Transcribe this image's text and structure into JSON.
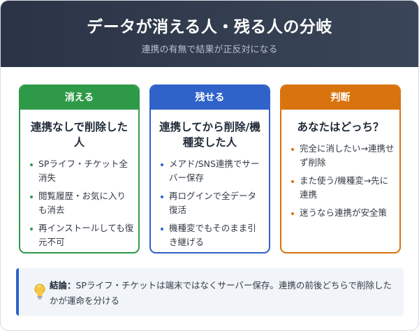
{
  "header": {
    "title": "データが消える人・残る人の分岐",
    "subtitle": "連携の有無で結果が正反対になる"
  },
  "cards": [
    {
      "label": "消える",
      "heading": "連携なしで削除した人",
      "color": "#2e9a47",
      "items": [
        "SPライフ・チケット全消失",
        "閲覧履歴・お気に入りも消去",
        "再インストールしても復元不可"
      ]
    },
    {
      "label": "残せる",
      "heading": "連携してから削除/機種変した人",
      "color": "#2f63c9",
      "items": [
        "メアド/SNS連携でサーバー保存",
        "再ログインで全データ復活",
        "機種変でもそのまま引き継げる"
      ]
    },
    {
      "label": "判断",
      "heading": "あなたはどっち？",
      "color": "#d9730d",
      "items": [
        "完全に消したい→連携せず削除",
        "また使う/機種変→先に連携",
        "迷うなら連携が安全策"
      ]
    }
  ],
  "conclusion": {
    "icon": "lightbulb-icon",
    "label": "結論：",
    "text": "SPライフ・チケットは端末ではなくサーバー保存。連携の前後どちらで削除したかが運命を分ける"
  }
}
